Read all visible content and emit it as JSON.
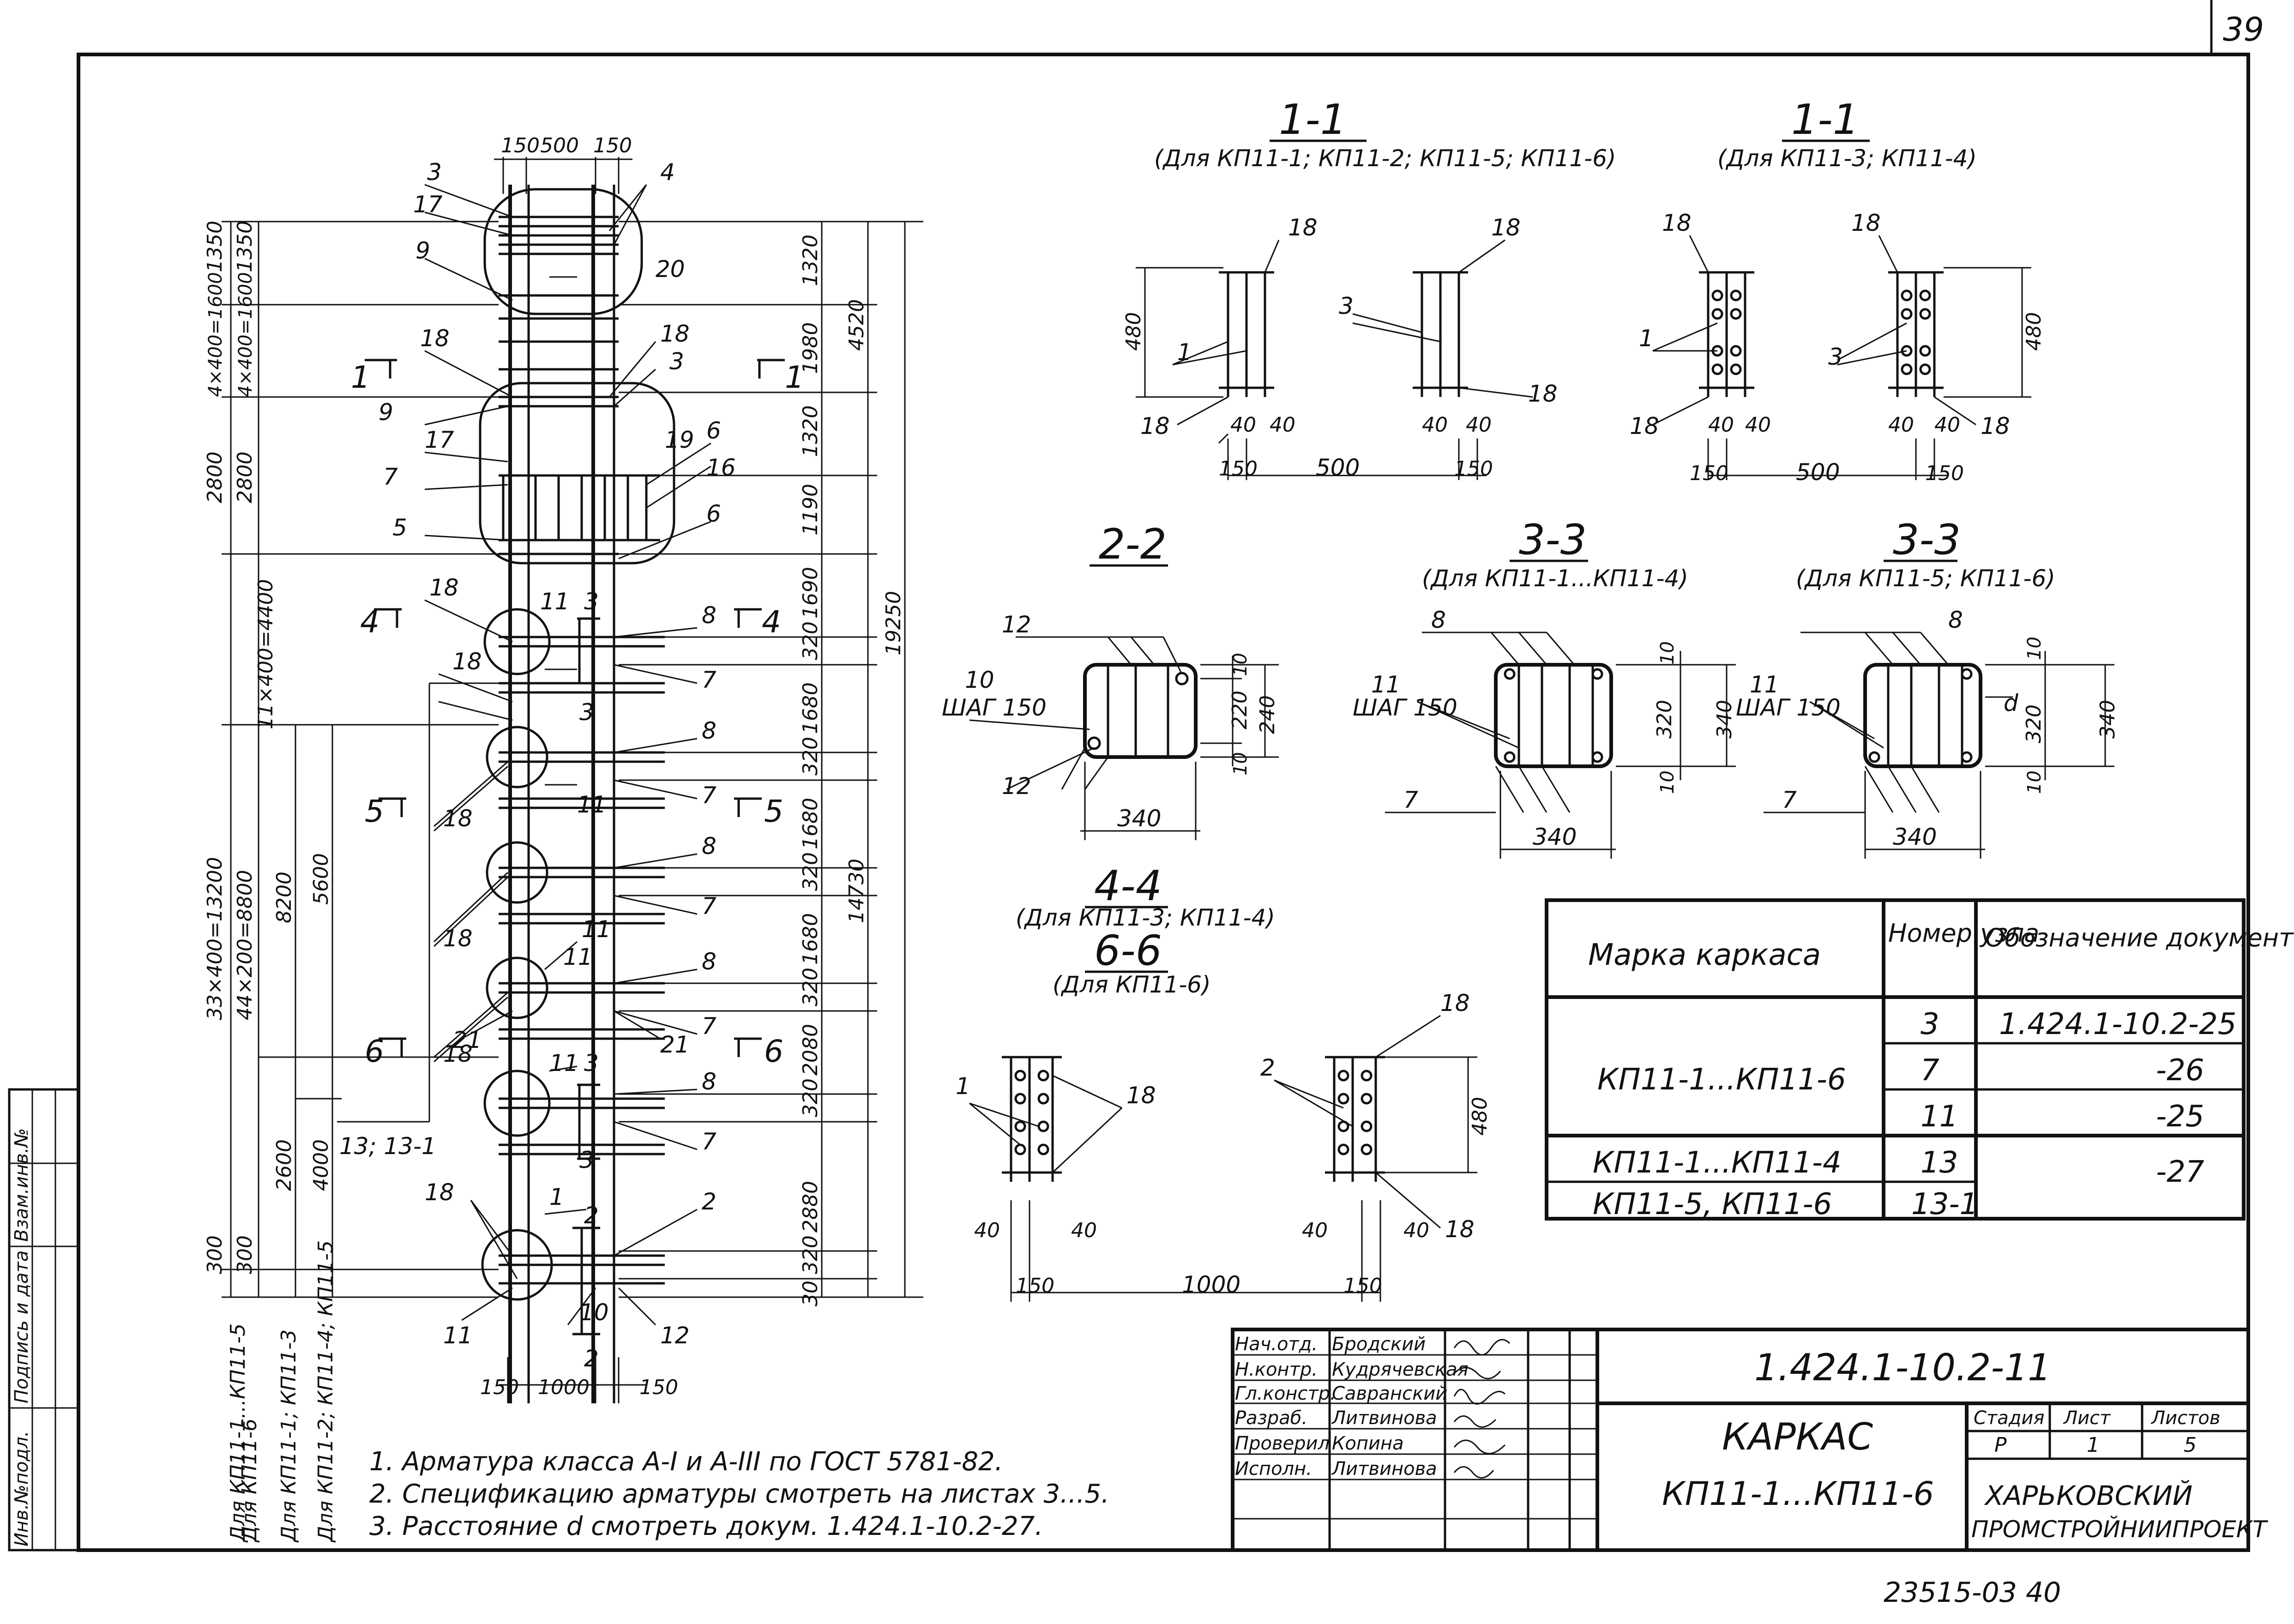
{
  "sheet_number": "39",
  "drawing_code": "1.424.1-10.2-11",
  "drawing_title": "КАРКАС",
  "drawing_subtitle": "КП11-1...КП11-6",
  "organization_line1": "ХАРЬКОВСКИЙ",
  "organization_line2": "ПРОМСТРОЙНИИПРОЕКТ",
  "archive_number": "23515-03 40",
  "stage_header": {
    "stage": "Стадия",
    "sheet": "Лист",
    "sheets": "Листов"
  },
  "stage_values": {
    "stage": "Р",
    "sheet": "1",
    "sheets": "5"
  },
  "signatures": [
    {
      "role": "Нач.отд.",
      "name": "Бродский"
    },
    {
      "role": "Н.контр.",
      "name": "Кудрячевская"
    },
    {
      "role": "Гл.констр.",
      "name": "Савранский"
    },
    {
      "role": "Разраб.",
      "name": "Литвинова"
    },
    {
      "role": "Проверил",
      "name": "Копина"
    },
    {
      "role": "Исполн.",
      "name": "Литвинова"
    }
  ],
  "side_stamp": {
    "inv": "Инв.№подл.",
    "sign": "Подпись и дата",
    "replace": "Взам.инв.№"
  },
  "notes": [
    "1. Арматура класса А-I и А-III по ГОСТ 5781-82.",
    "2. Спецификацию арматуры смотреть на листах 3...5.",
    "3. Расстояние d смотреть докум. 1.424.1-10.2-27."
  ],
  "table": {
    "headers": [
      "Марка каркаса",
      "Номер узла",
      "Обозначение документа"
    ],
    "rows": [
      {
        "mark": "КП11-1...КП11-6",
        "node": "3",
        "doc": "1.424.1-10.2-25"
      },
      {
        "mark": "",
        "node": "7",
        "doc": "-26"
      },
      {
        "mark": "",
        "node": "11",
        "doc": "-25"
      },
      {
        "mark": "КП11-1...КП11-4",
        "node": "13",
        "doc": "-27"
      },
      {
        "mark": "КП11-5, КП11-6",
        "node": "13-1",
        "doc": ""
      }
    ]
  },
  "sections": {
    "s11a": {
      "title": "1-1",
      "subtitle": "(Для КП11-1; КП11-2; КП11-5; КП11-6)"
    },
    "s11b": {
      "title": "1-1",
      "subtitle": "(Для КП11-3; КП11-4)"
    },
    "s22": {
      "title": "2-2"
    },
    "s33a": {
      "title": "3-3",
      "subtitle": "(Для КП11-1...КП11-4)"
    },
    "s33b": {
      "title": "3-3",
      "subtitle": "(Для КП11-5; КП11-6)"
    },
    "s44": {
      "title": "4-4",
      "subtitle": "(Для КП11-3; КП11-4)"
    },
    "s66": {
      "title": "6-6",
      "subtitle": "(Для КП11-6)"
    }
  },
  "main_dims_left": {
    "d1350a": "1350",
    "d1350b": "1350",
    "d1600a": "4×400=1600",
    "d1600b": "4×400=1600",
    "d2800a": "2800",
    "d2800b": "2800",
    "d4400": "11×400=4400",
    "d13200": "33×400=13200",
    "d8800": "44×200=8800",
    "d8200": "8200",
    "d5600": "5600",
    "d2600": "2600",
    "d4000": "4000",
    "d300a": "300",
    "d300b": "300"
  },
  "main_dims_right": {
    "r1320a": "1320",
    "r1980": "1980",
    "r1320b": "1320",
    "r1190": "1190",
    "r1690": "1690",
    "r320a": "320",
    "r1680a": "1680",
    "r320b": "320",
    "r1680b": "1680",
    "r320c": "320",
    "r1680c": "1680",
    "r320d": "320",
    "r2080": "2080",
    "r320e": "320",
    "r2880": "2880",
    "r320f": "320",
    "r30": "30",
    "r4520": "4520",
    "r19250": "19250",
    "r14730": "14730"
  },
  "main_dims_top": {
    "t150a": "150",
    "t500": "500",
    "t150b": "150"
  },
  "main_dims_bottom": {
    "b150a": "150",
    "b1000": "1000",
    "b150b": "150"
  },
  "left_labels": {
    "l1": "Для КП11-1...КП11-5",
    "l2": "Для КП11-6",
    "l3": "Для КП11-1; КП11-3",
    "l4": "Для КП11-2; КП11-4; КП11-5"
  },
  "misc": {
    "step150": "ШАГ 150",
    "d_symbol": "d",
    "n13": "13; 13-1"
  }
}
